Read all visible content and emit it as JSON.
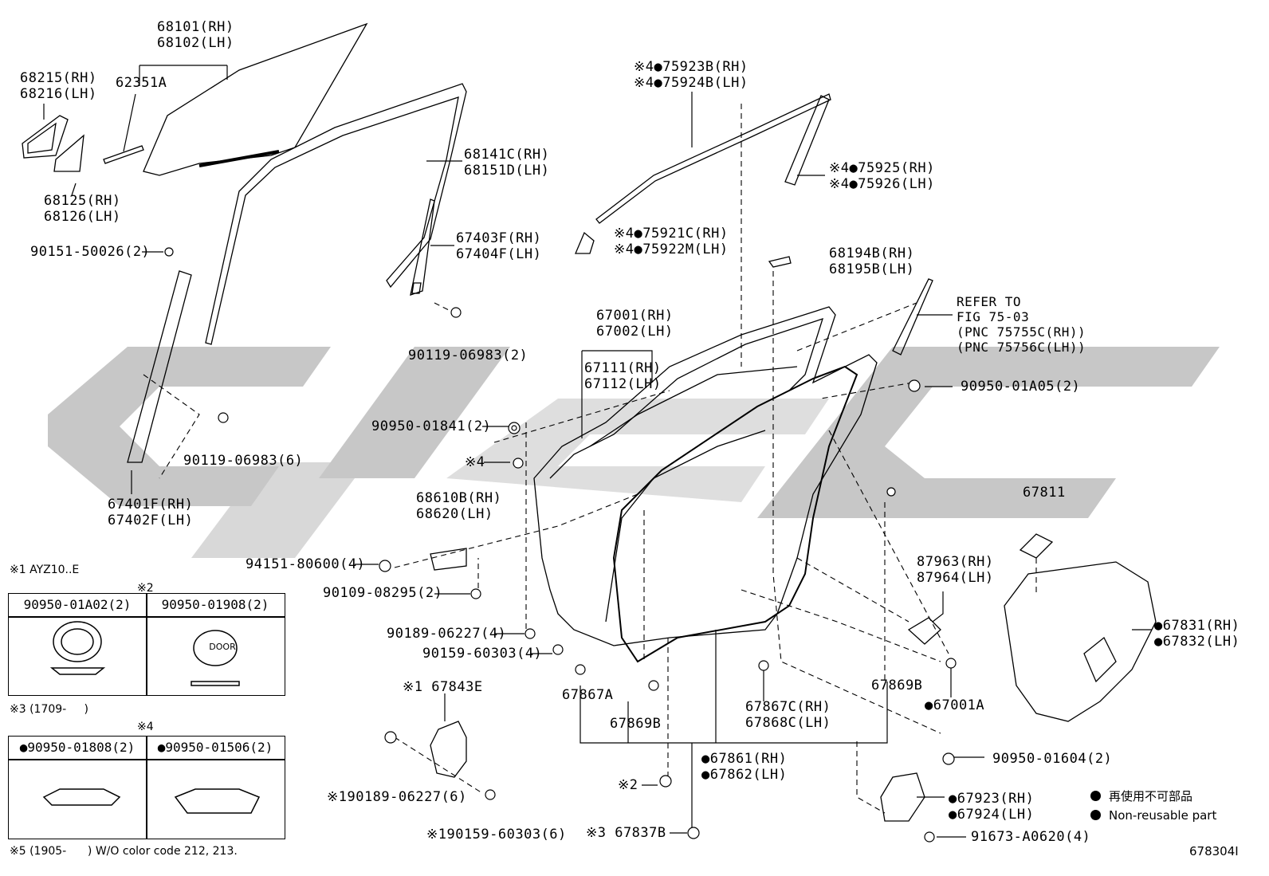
{
  "figure_id": "678304I",
  "callouts": {
    "c68101": [
      "68101(RH)",
      "68102(LH)"
    ],
    "c62351A": [
      "62351A"
    ],
    "c68215": [
      "68215(RH)",
      "68216(LH)"
    ],
    "c68125": [
      "68125(RH)",
      "68126(LH)"
    ],
    "c68141C": [
      "68141C(RH)",
      "68151D(LH)"
    ],
    "c67403F": [
      "67403F(RH)",
      "67404F(LH)"
    ],
    "c90151": [
      "90151-50026(2)"
    ],
    "c90119a": [
      "90119-06983(2)"
    ],
    "c90119b": [
      "90119-06983(6)"
    ],
    "c67401F": [
      "67401F(RH)",
      "67402F(LH)"
    ],
    "c75923B": [
      "※4●75923B(RH)",
      "※4●75924B(LH)"
    ],
    "c75925": [
      "※4●75925(RH)",
      "※4●75926(LH)"
    ],
    "c75921C": [
      "※4●75921C(RH)",
      "※4●75922M(LH)"
    ],
    "c68194B": [
      "68194B(RH)",
      "68195B(LH)"
    ],
    "cRefer": [
      "REFER TO",
      "FIG 75-03",
      "(PNC 75755C(RH))",
      "(PNC 75756C(LH))"
    ],
    "c67001": [
      "67001(RH)",
      "67002(LH)"
    ],
    "c67111": [
      "67111(RH)",
      "67112(LH)"
    ],
    "c90950_01A05": [
      "90950-01A05(2)"
    ],
    "c90950_01841": [
      "90950-01841(2)"
    ],
    "cStar4": [
      "※4"
    ],
    "c68610B": [
      "68610B(RH)",
      "68620(LH)"
    ],
    "c94151": [
      "94151-80600(4)"
    ],
    "c90109": [
      "90109-08295(2)"
    ],
    "c90189a": [
      "90189-06227(4)"
    ],
    "c90159a": [
      "90159-60303(4)"
    ],
    "c67811": [
      "67811"
    ],
    "c87963": [
      "87963(RH)",
      "87964(LH)"
    ],
    "c67831": [
      "●67831(RH)",
      "●67832(LH)"
    ],
    "c67843E": [
      "※1 67843E"
    ],
    "c67867A": [
      "67867A"
    ],
    "c67869B_l": [
      "67869B"
    ],
    "c67867C": [
      "67867C(RH)",
      "67868C(LH)"
    ],
    "c67869B_r": [
      "67869B"
    ],
    "c67001A": [
      "●67001A"
    ],
    "c90189b": [
      "※190189-06227(6)"
    ],
    "c90159b": [
      "※190159-60303(6)"
    ],
    "c67861": [
      "●67861(RH)",
      "●67862(LH)"
    ],
    "c90950_01604": [
      "90950-01604(2)"
    ],
    "cStar2": [
      "※2"
    ],
    "c67923": [
      "●67923(RH)",
      "●67924(LH)"
    ],
    "c67837B": [
      "※3 67837B"
    ],
    "c91673": [
      "91673-A0620(4)"
    ]
  },
  "notes": {
    "n1": "※1 AYZ10..E",
    "n2": "※2",
    "n3": "※3 (1709-     )",
    "n4": "※4",
    "n5": "※5 (1905-      ) W/O color code 212, 213."
  },
  "table_star2": {
    "left": "90950-01A02(2)",
    "right": "90950-01908(2)",
    "plug_text": "DOOR"
  },
  "table_star4": {
    "left": "●90950-01808(2)",
    "right": "●90950-01506(2)"
  },
  "legend": [
    {
      "symbol": "●",
      "text": "再使用不可部品"
    },
    {
      "symbol": "●",
      "text": "Non-reusable part"
    }
  ],
  "colors": {
    "watermark": "#c4c4c4",
    "line": "#000000"
  }
}
